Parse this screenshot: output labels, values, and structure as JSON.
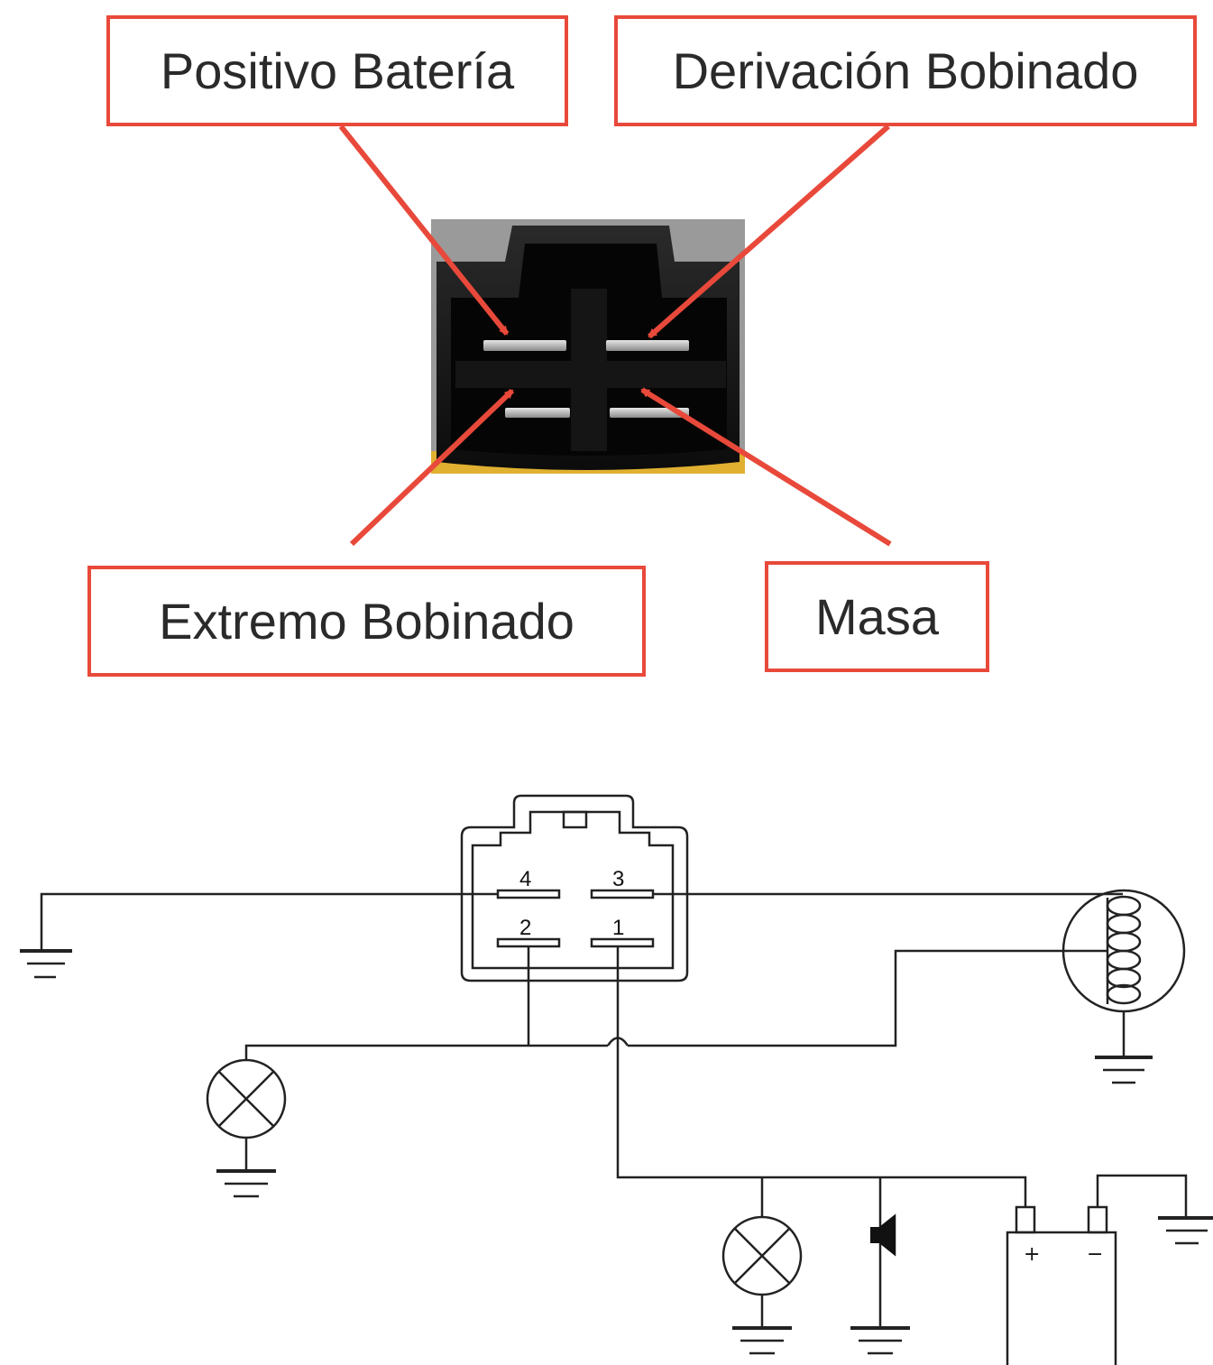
{
  "labels": {
    "positivo_bateria": "Positivo Batería",
    "derivacion_bobinado": "Derivación Bobinado",
    "extremo_bobinado": "Extremo Bobinado",
    "masa": "Masa"
  },
  "connector_pins": {
    "pin1": "1",
    "pin2": "2",
    "pin3": "3",
    "pin4": "4"
  },
  "battery": {
    "positive": "+",
    "negative": "−"
  },
  "colors": {
    "callout_red": "#e8493a",
    "connector_black": "#111111",
    "wire": "#222222"
  },
  "icons": [
    "connector-photo",
    "ground-symbol-icon",
    "lamp-icon",
    "coil-stator-icon",
    "horn-icon",
    "battery-icon"
  ]
}
